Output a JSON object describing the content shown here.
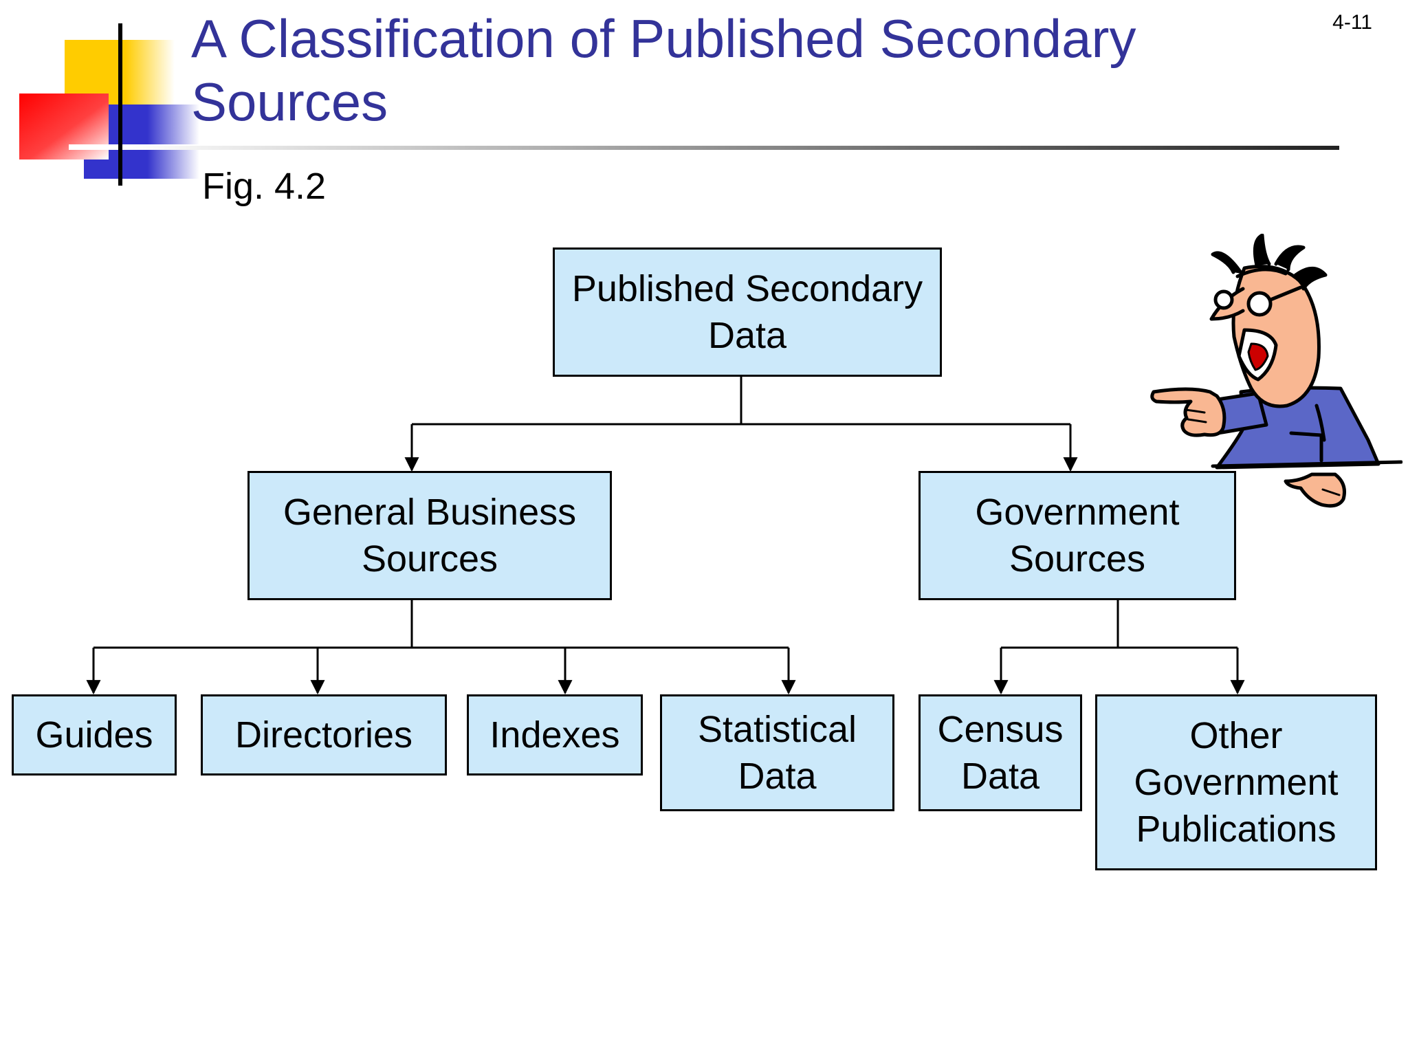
{
  "slide": {
    "title": "A Classification of Published Secondary Sources",
    "slide_number": "4-11",
    "figure_label": "Fig. 4.2"
  },
  "diagram": {
    "nodes": {
      "root": "Published Secondary\nData",
      "general_business": "General Business\nSources",
      "government": "Government\nSources",
      "guides": "Guides",
      "directories": "Directories",
      "indexes": "Indexes",
      "statistical": "Statistical\nData",
      "census": "Census\nData",
      "other_gov": "Other\nGovernment\nPublications"
    },
    "edges": [
      [
        "root",
        "general_business"
      ],
      [
        "root",
        "government"
      ],
      [
        "general_business",
        "guides"
      ],
      [
        "general_business",
        "directories"
      ],
      [
        "general_business",
        "indexes"
      ],
      [
        "general_business",
        "statistical"
      ],
      [
        "government",
        "census"
      ],
      [
        "government",
        "other_gov"
      ]
    ]
  },
  "colors": {
    "title": "#333399",
    "box_fill": "#cce9fa",
    "box_border": "#000000",
    "deco_yellow": "#ffcc00",
    "deco_red": "#ff0000",
    "deco_blue": "#3333cc"
  },
  "icons": {
    "logo": "overlapping-color-squares-logo",
    "illustration": "pointing-shouting-man-cartoon"
  }
}
